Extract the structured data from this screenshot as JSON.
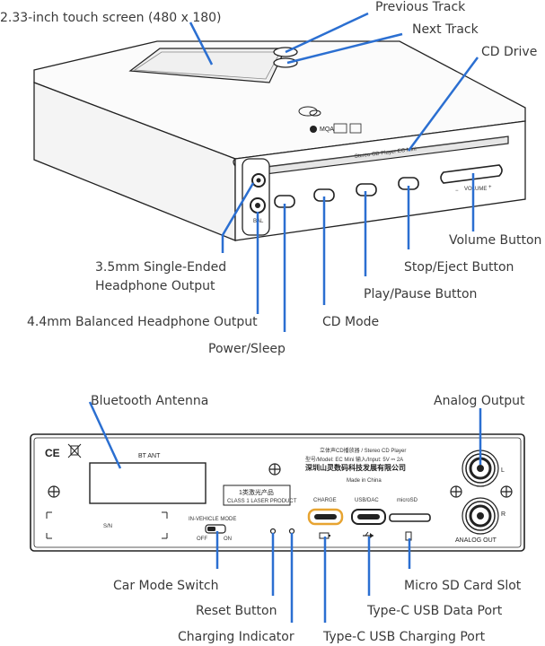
{
  "top_labels": {
    "touch_screen": "2.33-inch touch screen (480 x 180)",
    "previous_track": "Previous Track",
    "next_track": "Next Track",
    "cd_drive": "CD Drive",
    "volume_button": "Volume Button",
    "single_ended": "3.5mm Single-Ended",
    "single_ended_2": "Headphone Output",
    "stop_eject": "Stop/Eject Button",
    "play_pause": "Play/Pause Button",
    "balanced": "4.4mm Balanced Headphone Output",
    "cd_mode": "CD Mode",
    "power_sleep": "Power/Sleep"
  },
  "device_front": {
    "slot_text": "Stereo CD Player  EC Mini",
    "brand_badge": "MQA",
    "volume_text": "VOLUME",
    "volume_minus": "−",
    "volume_plus": "+",
    "bal_text": "BAL"
  },
  "bottom_labels": {
    "bluetooth_antenna": "Bluetooth Antenna",
    "analog_output": "Analog Output",
    "car_mode_switch": "Car Mode Switch",
    "micro_sd_slot": "Micro SD Card Slot",
    "reset_button": "Reset Button",
    "type_c_data": "Type-C USB Data Port",
    "charging_indicator": "Charging Indicator",
    "type_c_charging": "Type-C USB Charging Port"
  },
  "back_panel": {
    "bt_ant": "BT ANT",
    "ce_mark": "CE",
    "info_line1": "立体声CD播放器 / Stereo CD Player",
    "info_line2": "型号/Model: EC Mini     输入/Input: 5V ⎓ 2A",
    "info_line3": "深圳山灵数码科技发展有限公司",
    "info_line4": "Made in China",
    "laser_line1": "1类激光产品",
    "laser_line2": "CLASS 1 LASER PRODUCT",
    "sn": "S/N",
    "in_vehicle_mode": "IN-VEHICLE MODE",
    "off": "OFF",
    "on": "ON",
    "charge": "CHARGE",
    "usb_dac": "USB/DAC",
    "micro_sd": "microSD",
    "l": "L",
    "r": "R",
    "analog_out": "ANALOG OUT"
  },
  "colors": {
    "leader": "#2b6fd1",
    "charge_port": "#e7a431",
    "outline": "#222222"
  }
}
